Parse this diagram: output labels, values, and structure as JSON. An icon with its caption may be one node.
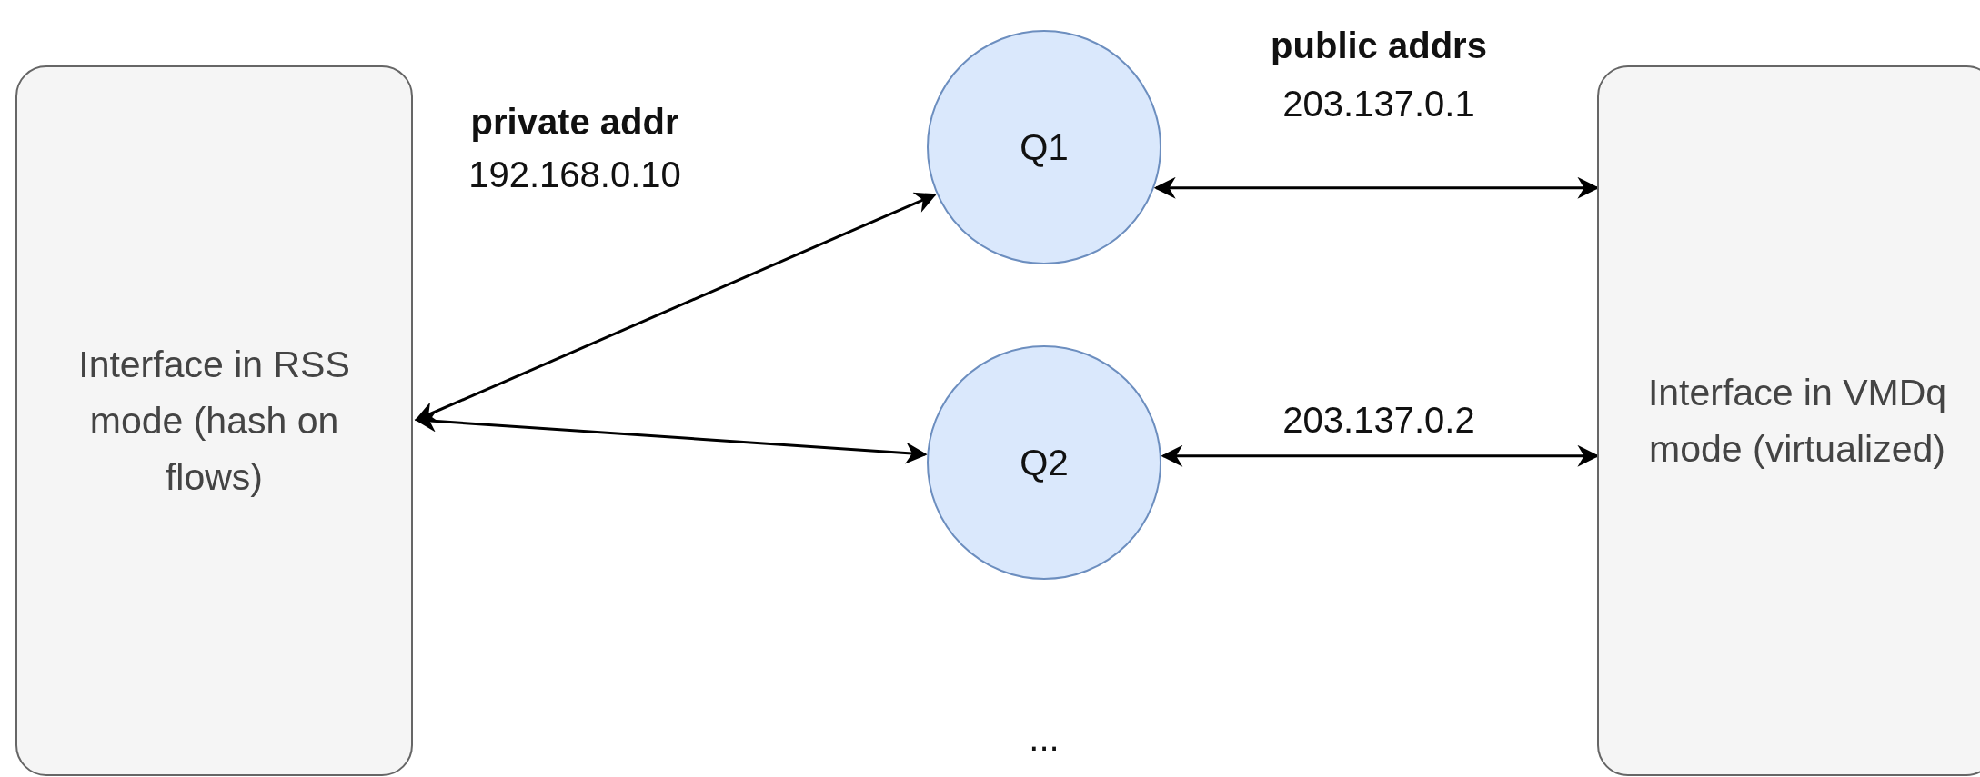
{
  "diagram": {
    "nodes": [
      {
        "text": [
          "Interface in RSS mode (hash on flows)"
        ]
      },
      {
        "text": [
          "Q1"
        ]
      },
      {
        "text": [
          "Q2"
        ]
      },
      {
        "text": [
          "Interface in VMDq mode (virtualized)"
        ]
      }
    ],
    "edges": [
      {
        "from": 0,
        "to": 1,
        "arrow": "both"
      },
      {
        "from": 0,
        "to": 2,
        "arrow": "both"
      },
      {
        "from": 1,
        "to": 3,
        "arrow": "both",
        "label": "203.137.0.1"
      },
      {
        "from": 2,
        "to": 3,
        "arrow": "both",
        "label": "203.137.0.2"
      }
    ],
    "labels": [
      "public addrs",
      "private addr",
      "192.168.0.10",
      "..."
    ]
  }
}
